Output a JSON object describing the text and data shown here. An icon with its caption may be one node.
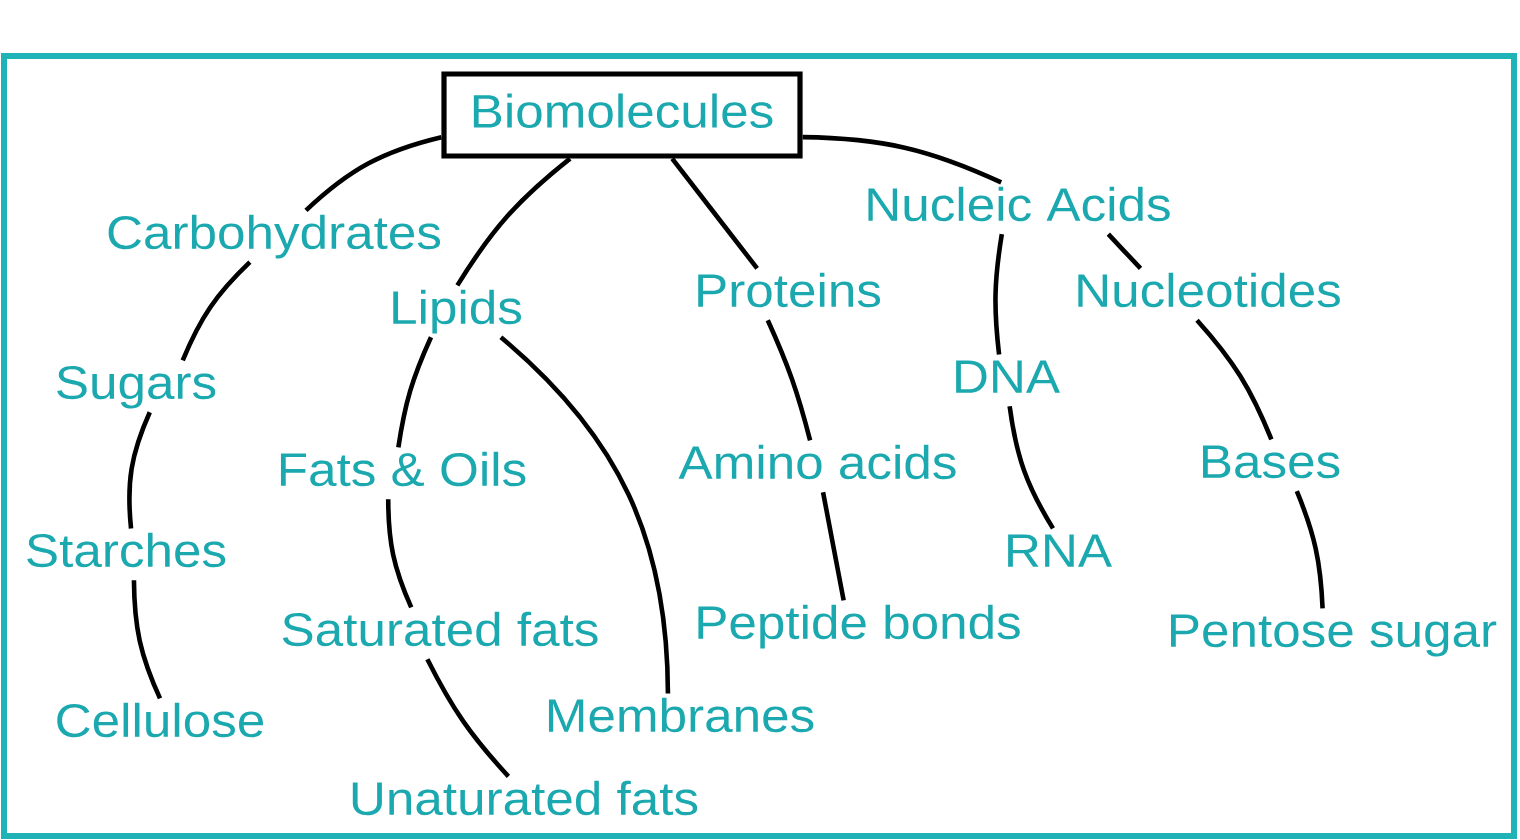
{
  "diagram": {
    "nodes": [
      {
        "text": [
          "Biomolecules"
        ]
      },
      {
        "text": [
          "Carbohydrates"
        ]
      },
      {
        "text": [
          "Sugars"
        ]
      },
      {
        "text": [
          "Starches"
        ]
      },
      {
        "text": [
          "Cellulose"
        ]
      },
      {
        "text": [
          "Lipids"
        ]
      },
      {
        "text": [
          "Fats & Oils"
        ]
      },
      {
        "text": [
          "Saturated fats"
        ]
      },
      {
        "text": [
          "Unaturated fats"
        ]
      },
      {
        "text": [
          "Membranes"
        ]
      },
      {
        "text": [
          "Proteins"
        ]
      },
      {
        "text": [
          "Amino acids"
        ]
      },
      {
        "text": [
          "Peptide bonds"
        ]
      },
      {
        "text": [
          "Nucleic Acids"
        ]
      },
      {
        "text": [
          "DNA"
        ]
      },
      {
        "text": [
          "RNA"
        ]
      },
      {
        "text": [
          "Nucleotides"
        ]
      },
      {
        "text": [
          "Bases"
        ]
      },
      {
        "text": [
          "Pentose sugar"
        ]
      }
    ],
    "edges": [
      {
        "from": 0,
        "to": 1,
        "arrow": "none"
      },
      {
        "from": 1,
        "to": 2,
        "arrow": "none"
      },
      {
        "from": 2,
        "to": 3,
        "arrow": "none"
      },
      {
        "from": 3,
        "to": 4,
        "arrow": "none"
      },
      {
        "from": 0,
        "to": 5,
        "arrow": "none"
      },
      {
        "from": 5,
        "to": 6,
        "arrow": "none"
      },
      {
        "from": 6,
        "to": 7,
        "arrow": "none"
      },
      {
        "from": 7,
        "to": 8,
        "arrow": "none"
      },
      {
        "from": 5,
        "to": 9,
        "arrow": "none"
      },
      {
        "from": 0,
        "to": 10,
        "arrow": "none"
      },
      {
        "from": 10,
        "to": 11,
        "arrow": "none"
      },
      {
        "from": 11,
        "to": 12,
        "arrow": "none"
      },
      {
        "from": 0,
        "to": 13,
        "arrow": "none"
      },
      {
        "from": 13,
        "to": 14,
        "arrow": "none"
      },
      {
        "from": 14,
        "to": 15,
        "arrow": "none"
      },
      {
        "from": 13,
        "to": 16,
        "arrow": "none"
      },
      {
        "from": 16,
        "to": 17,
        "arrow": "none"
      },
      {
        "from": 17,
        "to": 18,
        "arrow": "none"
      }
    ]
  }
}
